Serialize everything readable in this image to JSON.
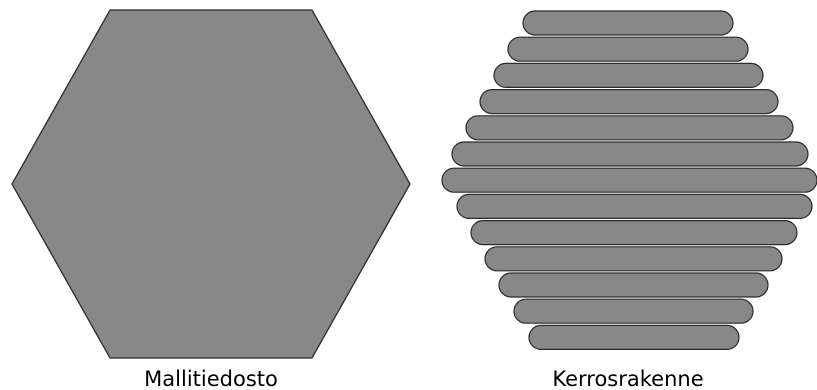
{
  "colors": {
    "shape_fill": "#888888",
    "shape_stroke": "#2b2b2b",
    "background": "#ffffff",
    "text": "#000000"
  },
  "panels": {
    "left": {
      "caption": "Mallitiedosto"
    },
    "right": {
      "caption": "Kerrosrakenne",
      "layer_count": 13
    }
  }
}
